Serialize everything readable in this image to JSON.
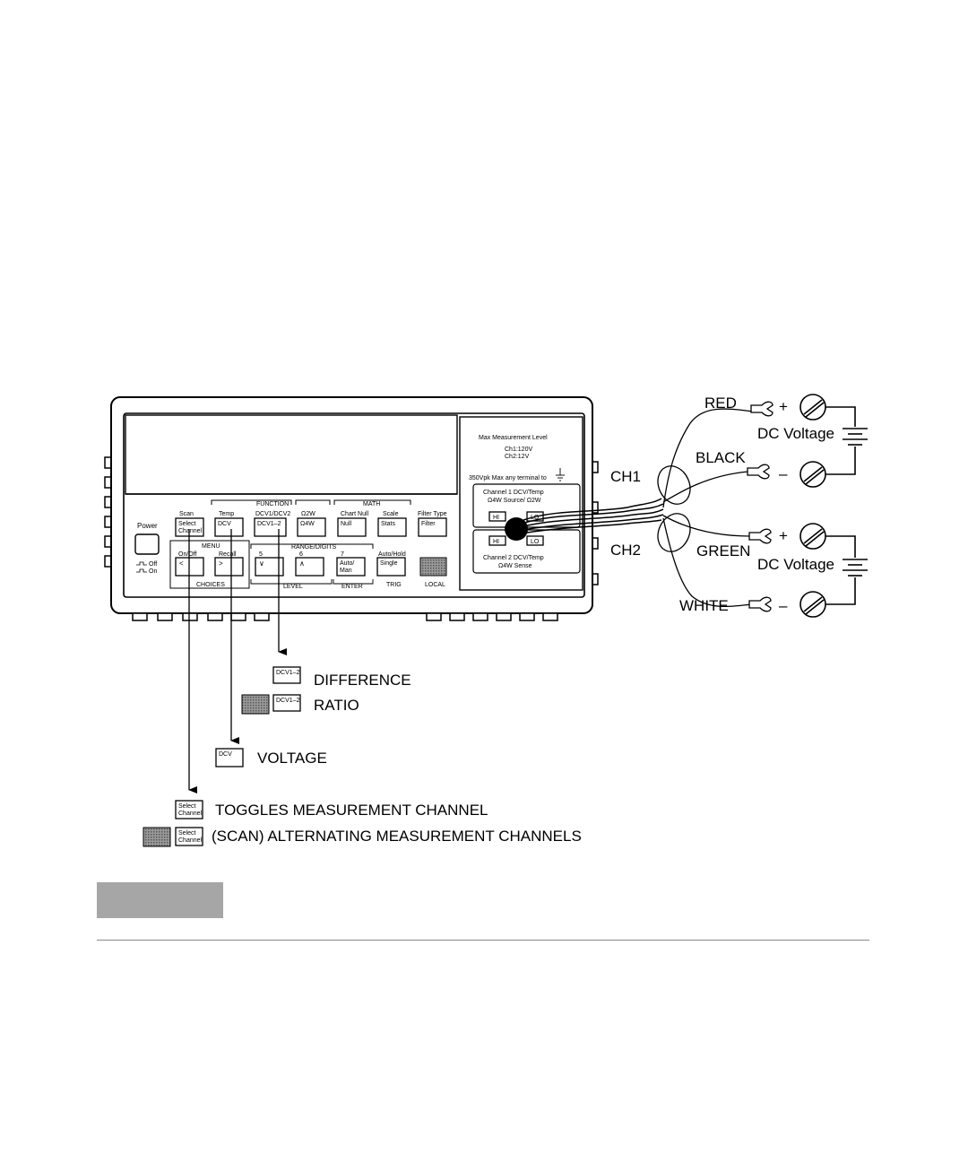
{
  "panel": {
    "power": "Power",
    "off": "Off",
    "on": "On",
    "scan": "Scan",
    "select_channel_line1": "Select",
    "select_channel_line2": "Channel",
    "function": "FUNCTION",
    "math": "MATH",
    "temp": "Temp",
    "dcv": "DCV",
    "dcv1dcv2": "DCV1/DCV2",
    "dcv1_2": "DCV1–2",
    "ohm2w": "Ω2W",
    "ohm4w": "Ω4W",
    "chart_null": "Chart Null",
    "null": "Null",
    "scale": "Scale",
    "stats": "Stats",
    "filter_type": "Filter Type",
    "filter": "Filter",
    "menu": "MENU",
    "on_off": "On/Off",
    "recall": "Recall",
    "range_digits": "RANGE/DIGITS",
    "five": "5",
    "six": "6",
    "seven": "7",
    "auto_man_line1": "Auto/",
    "auto_man_line2": "Man",
    "auto_hold": "Auto/Hold",
    "single": "Single",
    "choices": "CHOICES",
    "level": "LEVEL",
    "enter": "ENTER",
    "trig": "TRIG",
    "local": "LOCAL",
    "left_arrow": "<",
    "right_arrow": ">",
    "down_arrow": "∨",
    "up_arrow": "∧"
  },
  "terminal": {
    "max_level": "Max Measurement Level",
    "ch1_level": "Ch1:120V",
    "ch2_level": "Ch2:12V",
    "max_vpk": "350Vpk Max any terminal to",
    "ch1_title": "Channel 1 DCV/Temp",
    "ch1_sub": "Ω4W Source/ Ω2W",
    "ch2_title": "Channel 2 DCV/Temp",
    "ch2_sub": "Ω4W Sense",
    "hi": "HI",
    "lo": "LO"
  },
  "wiring": {
    "ch1": "CH1",
    "ch2": "CH2",
    "red": "RED",
    "black": "BLACK",
    "green": "GREEN",
    "white": "WHITE",
    "dc_voltage_1": "DC Voltage",
    "dc_voltage_2": "DC Voltage",
    "plus": "+",
    "minus": "–"
  },
  "legend": {
    "difference": "DIFFERENCE",
    "ratio": "RATIO",
    "voltage": "VOLTAGE",
    "toggles": "TOGGLES MEASUREMENT CHANNEL",
    "scan": "(SCAN) ALTERNATING MEASUREMENT CHANNELS",
    "key_dcv1_2": "DCV1–2",
    "key_dcv": "DCV",
    "key_select_1": "Select",
    "key_select_2": "Channel"
  }
}
